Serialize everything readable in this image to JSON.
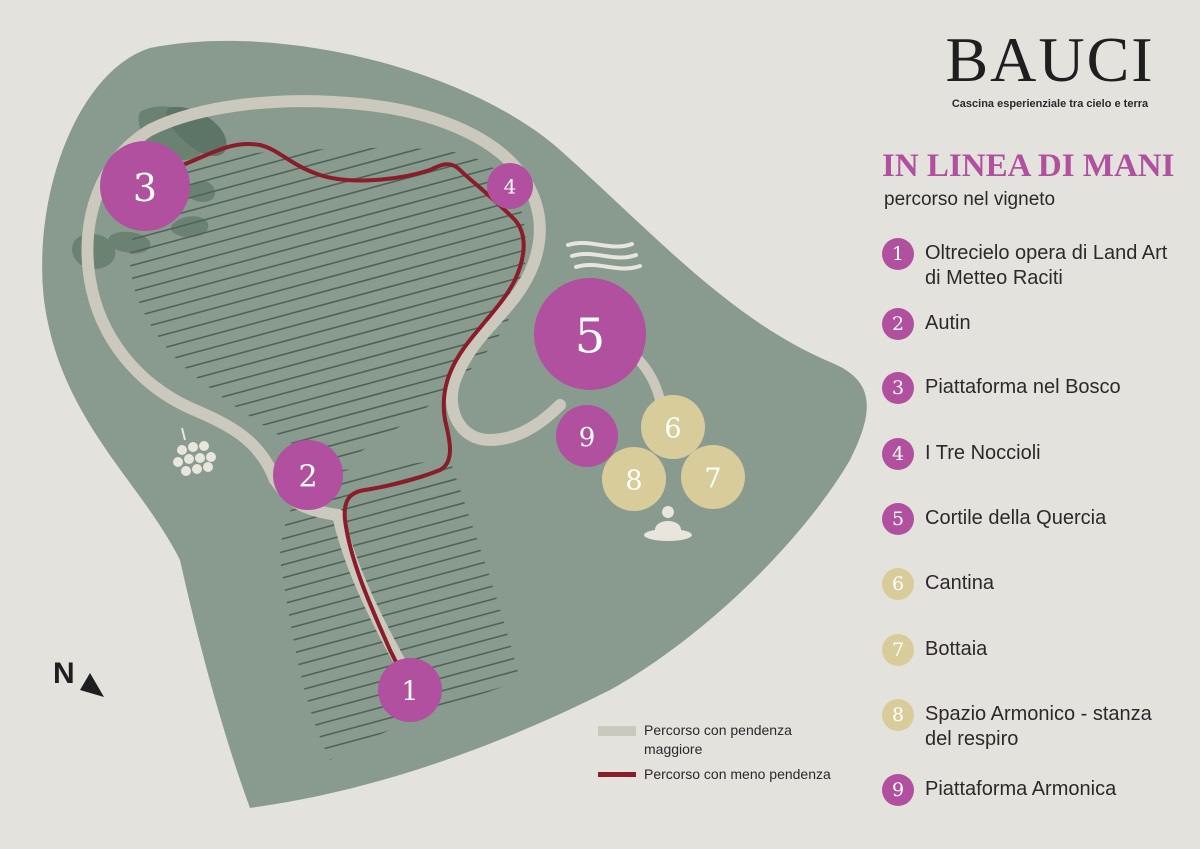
{
  "brand": {
    "name": "BAUCI",
    "tagline": "Cascina esperienziale tra cielo e terra"
  },
  "title": "IN LINEA DI MANI",
  "subtitle": "percorso nel vigneto",
  "colors": {
    "background": "#e4e2dd",
    "land": "#899a8e",
    "land_dark": "#6b8272",
    "vine_rows": "#4f6456",
    "path_light": "#cbc8bd",
    "path_red": "#8b1c2a",
    "marker_purple": "#b0509f",
    "marker_beige": "#d9cc9b"
  },
  "north_label": "N",
  "markers": [
    {
      "num": "1",
      "label": "Oltrecielo opera di Land Art di Metteo Raciti",
      "color": "purple"
    },
    {
      "num": "2",
      "label": "Autin",
      "color": "purple"
    },
    {
      "num": "3",
      "label": "Piattaforma nel Bosco",
      "color": "purple"
    },
    {
      "num": "4",
      "label": "I Tre Noccioli",
      "color": "purple"
    },
    {
      "num": "5",
      "label": "Cortile della Quercia",
      "color": "purple"
    },
    {
      "num": "6",
      "label": "Cantina",
      "color": "beige"
    },
    {
      "num": "7",
      "label": "Bottaia",
      "color": "beige"
    },
    {
      "num": "8",
      "label": "Spazio Armonico - stanza del respiro",
      "color": "beige"
    },
    {
      "num": "9",
      "label": "Piattaforma Armonica",
      "color": "purple"
    }
  ],
  "route_legend": [
    {
      "label": "Percorso con pendenza maggiore",
      "type": "steep"
    },
    {
      "label": "Percorso con meno pendenza",
      "type": "gentle"
    }
  ],
  "icons": [
    "grape-cluster-icon",
    "wind-waves-icon",
    "meditation-figure-icon",
    "north-arrow-icon"
  ]
}
